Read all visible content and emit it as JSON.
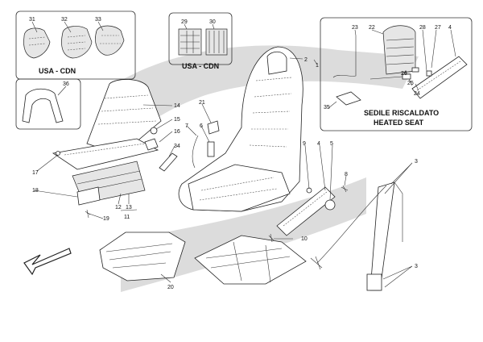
{
  "captions": {
    "usa_cdn_top": "USA - CDN",
    "usa_cdn_mid": "USA - CDN",
    "heated_it": "SEDILE RISCALDATO",
    "heated_en": "HEATED SEAT"
  },
  "labels": {
    "p1": "1",
    "p2": "2",
    "p3a": "3",
    "p3b": "3",
    "p4a": "4",
    "p4b": "4",
    "p5": "5",
    "p6": "6",
    "p7": "7",
    "p8": "8",
    "p9": "9",
    "p10": "10",
    "p11": "11",
    "p12": "12",
    "p13": "13",
    "p14": "14",
    "p15": "15",
    "p16": "16",
    "p17": "17",
    "p18": "18",
    "p19": "19",
    "p20": "20",
    "p21": "21",
    "p22": "22",
    "p23": "23",
    "p24": "24",
    "p25": "25",
    "p26": "26",
    "p27": "27",
    "p28": "28",
    "p29": "29",
    "p30": "30",
    "p31": "31",
    "p32": "32",
    "p33": "33",
    "p34": "34",
    "p35": "35",
    "p36": "36"
  },
  "colors": {
    "band": "#dadada",
    "line": "#333333"
  }
}
